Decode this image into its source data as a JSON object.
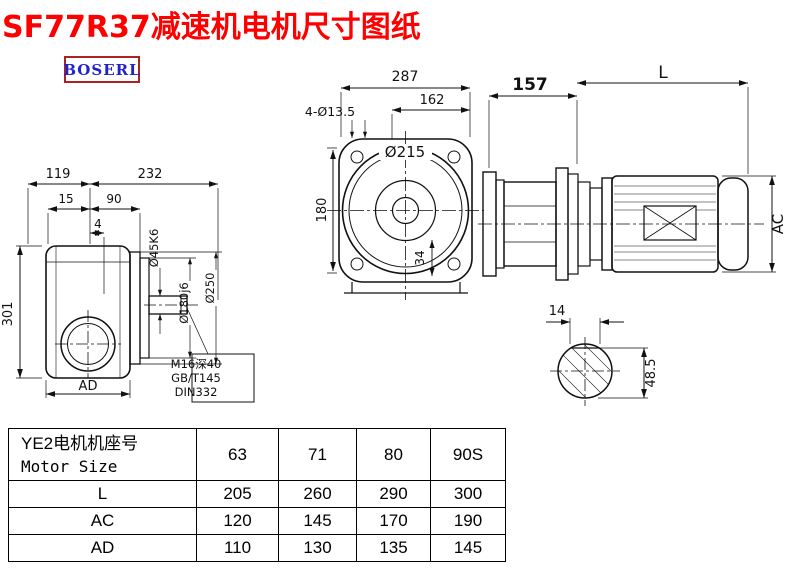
{
  "title": "SF77R37减速机电机尺寸图纸",
  "logo": "BOSERL",
  "drawing": {
    "dims": {
      "w287": "287",
      "w162": "162",
      "holes": "4-Ø13.5",
      "o215": "Ø215",
      "h180": "180",
      "h34": "34",
      "w157": "157",
      "L": "L",
      "AC": "AC",
      "w119": "119",
      "w232": "232",
      "w15": "15",
      "w90": "90",
      "w4": "4",
      "o45": "Ø45K6",
      "o180": "Ø180j6",
      "o250": "Ø250",
      "h301": "301",
      "AD": "AD",
      "kw14": "14",
      "kh485": "48.5",
      "thread1": "M16深40",
      "thread2": "GB/T145",
      "thread3": "DIN332"
    }
  },
  "table": {
    "header_cn": "YE2电机机座号",
    "header_en": "Motor Size",
    "sizes": [
      "63",
      "71",
      "80",
      "90S"
    ],
    "rows": [
      {
        "label": "L",
        "values": [
          "205",
          "260",
          "290",
          "300"
        ]
      },
      {
        "label": "AC",
        "values": [
          "120",
          "145",
          "170",
          "190"
        ]
      },
      {
        "label": "AD",
        "values": [
          "110",
          "130",
          "135",
          "145"
        ]
      }
    ]
  }
}
